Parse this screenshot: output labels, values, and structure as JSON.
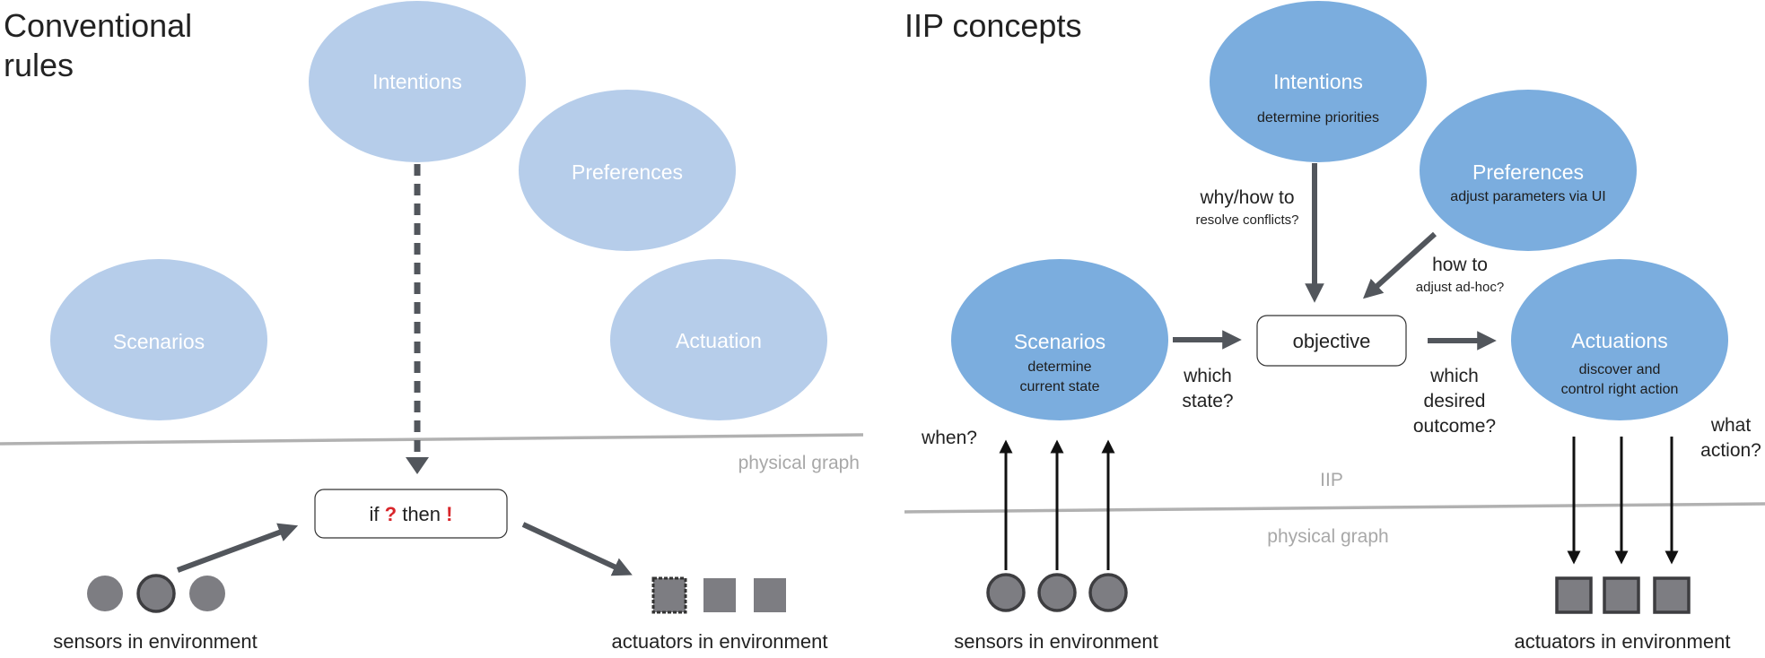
{
  "left": {
    "title_line1": "Conventional",
    "title_line2": "rules",
    "intentions": "Intentions",
    "preferences": "Preferences",
    "scenarios": "Scenarios",
    "actuation": "Actuation",
    "physical_graph": "physical graph",
    "rule_if": "if",
    "rule_q": "?",
    "rule_then": "then",
    "rule_excl": "!",
    "sensors_label": "sensors in environment",
    "actuators_label": "actuators in environment"
  },
  "right": {
    "title": "IIP concepts",
    "intentions": "Intentions",
    "intentions_sub": "determine priorities",
    "preferences": "Preferences",
    "preferences_sub": "adjust parameters via UI",
    "scenarios": "Scenarios",
    "scenarios_sub1": "determine",
    "scenarios_sub2": "current state",
    "actuations": "Actuations",
    "actuations_sub1": "discover and",
    "actuations_sub2": "control right action",
    "objective": "objective",
    "why_how": "why/how to",
    "resolve": "resolve conflicts?",
    "how_to": "how to",
    "adjust_adhoc": "adjust ad-hoc?",
    "which_state_1": "which",
    "which_state_2": "state?",
    "which_desired_1": "which",
    "which_desired_2": "desired",
    "which_desired_3": "outcome?",
    "when": "when?",
    "what_action_1": "what",
    "what_action_2": "action?",
    "iip": "IIP",
    "physical_graph": "physical graph",
    "sensors_label": "sensors in environment",
    "actuators_label": "actuators in environment"
  },
  "colors": {
    "light_ellipse": "#b6cdea",
    "dark_ellipse": "#7badde",
    "arrow": "#52565c",
    "red": "#d8252a"
  }
}
